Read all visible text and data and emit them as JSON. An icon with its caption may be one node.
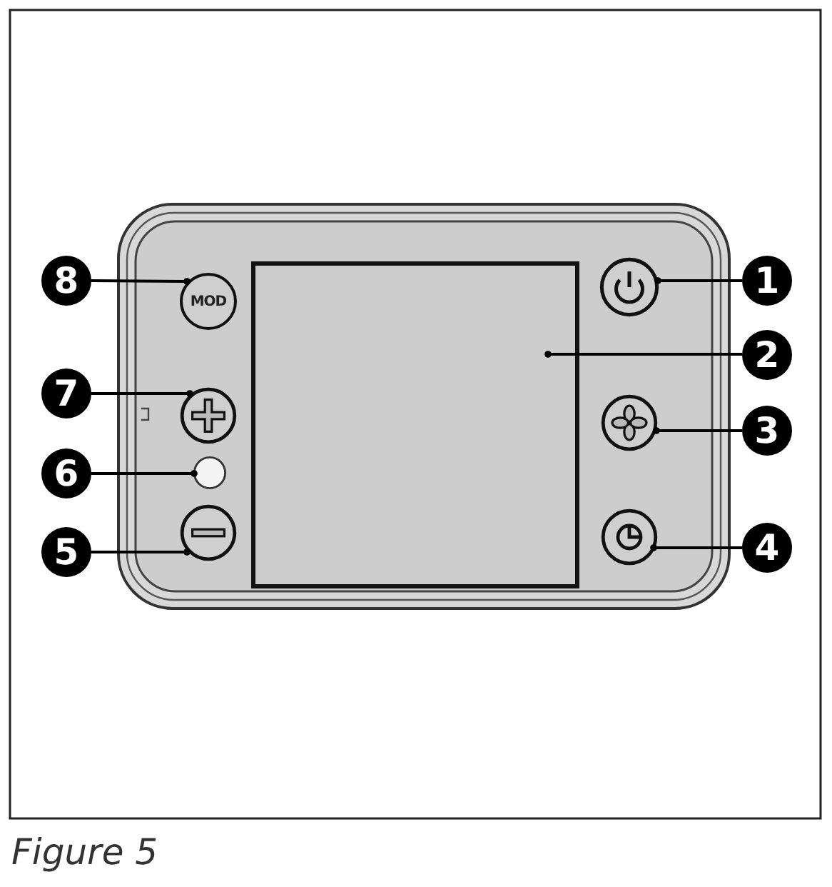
{
  "diagram": {
    "caption": "Figure 5",
    "nodes": [
      {
        "text": [
          "8"
        ]
      },
      {
        "text": [
          "MOD"
        ]
      },
      {
        "text": [
          "1"
        ]
      },
      {
        "text": [],
        "shape": "circle"
      },
      {
        "text": [
          "2"
        ]
      },
      {
        "text": [],
        "shape": "box"
      },
      {
        "text": [
          "7"
        ]
      },
      {
        "text": [],
        "shape": "circle"
      },
      {
        "text": [
          "3"
        ]
      },
      {
        "text": [],
        "shape": "circle"
      },
      {
        "text": [
          "6"
        ]
      },
      {
        "text": [],
        "shape": "circle"
      },
      {
        "text": [
          "5"
        ]
      },
      {
        "text": [],
        "shape": "circle"
      },
      {
        "text": [
          "4"
        ]
      },
      {
        "text": [],
        "shape": "circle"
      }
    ],
    "edges": [
      {
        "from": 0,
        "to": 1,
        "arrow": "other"
      },
      {
        "from": 2,
        "to": 3,
        "arrow": "other"
      },
      {
        "from": 4,
        "to": 5,
        "arrow": "other"
      },
      {
        "from": 6,
        "to": 7,
        "arrow": "other"
      },
      {
        "from": 8,
        "to": 9,
        "arrow": "other"
      },
      {
        "from": 10,
        "to": 11,
        "arrow": "other"
      },
      {
        "from": 12,
        "to": 13,
        "arrow": "other"
      },
      {
        "from": 14,
        "to": 15,
        "arrow": "other"
      }
    ]
  }
}
